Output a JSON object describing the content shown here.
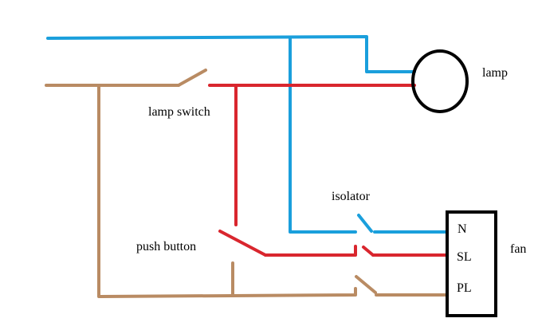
{
  "diagram": {
    "labels": {
      "lamp": "lamp",
      "lamp_switch": "lamp switch",
      "isolator": "isolator",
      "push_button": "push button",
      "fan": "fan",
      "terminal_n": "N",
      "terminal_sl": "SL",
      "terminal_pl": "PL"
    },
    "colors": {
      "neutral": "#1a9fdc",
      "switched_live": "#d9262e",
      "permanent_live": "#b98b63",
      "outline": "#000000"
    }
  }
}
